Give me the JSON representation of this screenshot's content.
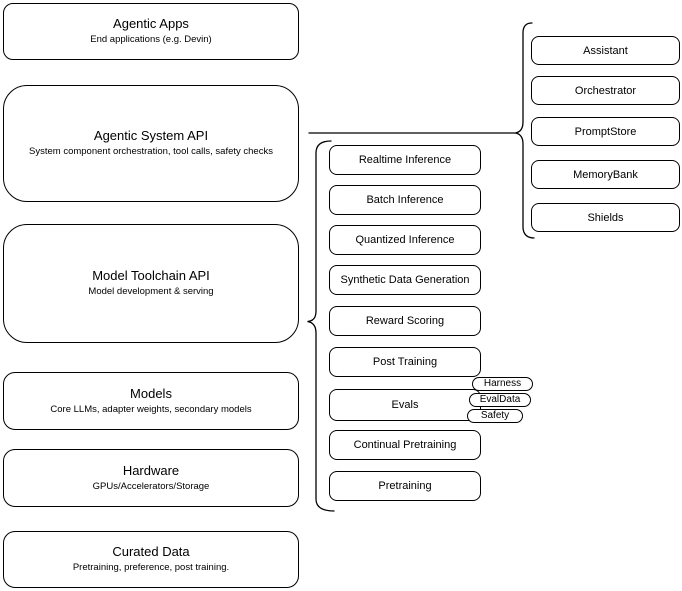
{
  "diagram": {
    "left_column": [
      {
        "title": "Agentic Apps",
        "subtitle": "End applications (e.g. Devin)"
      },
      {
        "title": "Agentic System API",
        "subtitle": "System component orchestration, tool calls, safety checks"
      },
      {
        "title": "Model Toolchain API",
        "subtitle": "Model development & serving"
      },
      {
        "title": "Models",
        "subtitle": "Core LLMs, adapter weights, secondary models"
      },
      {
        "title": "Hardware",
        "subtitle": "GPUs/Accelerators/Storage"
      },
      {
        "title": "Curated Data",
        "subtitle": "Pretraining, preference, post training."
      }
    ],
    "toolchain_services": [
      "Realtime Inference",
      "Batch Inference",
      "Quantized Inference",
      "Synthetic Data Generation",
      "Reward Scoring",
      "Post Training",
      "Evals",
      "Continual Pretraining",
      "Pretraining"
    ],
    "eval_tags": [
      "Harness",
      "EvalData",
      "Safety"
    ],
    "system_components": [
      "Assistant",
      "Orchestrator",
      "PromptStore",
      "MemoryBank",
      "Shields"
    ],
    "colors": {
      "stroke": "#000000",
      "fill": "#ffffff",
      "text": "#000000"
    }
  }
}
